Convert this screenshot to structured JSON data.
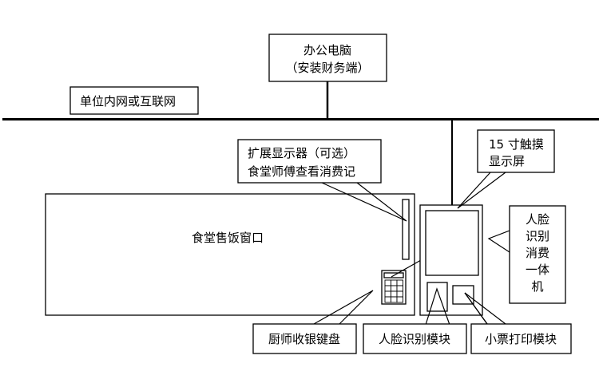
{
  "network": {
    "label": "单位内网或互联网"
  },
  "office_pc": {
    "line1": "办公电脑",
    "line2": "（安装财务端）"
  },
  "extension_display": {
    "line1": "扩展显示器（可选）",
    "line2": "食堂师傅查看消费记"
  },
  "touch_screen": {
    "line1": "15 寸触摸",
    "line2": "显示屏"
  },
  "window": {
    "label": "食堂售饭窗口"
  },
  "terminal": {
    "lines": [
      "人脸",
      "识别",
      "消费",
      "一体",
      "机"
    ]
  },
  "keyboard": {
    "label": "厨师收银键盘"
  },
  "face_module": {
    "label": "人脸识别模块"
  },
  "printer_module": {
    "label": "小票打印模块"
  }
}
